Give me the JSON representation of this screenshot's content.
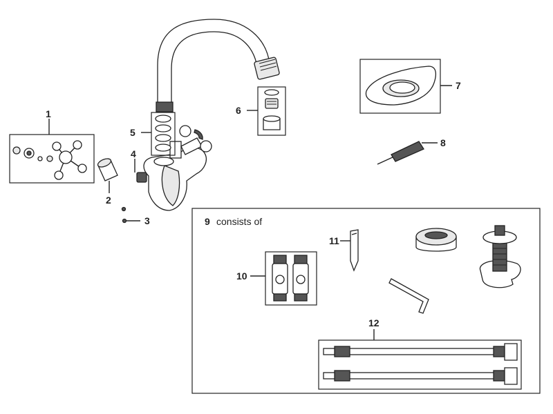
{
  "callouts": {
    "c1": "1",
    "c2": "2",
    "c3": "3",
    "c4": "4",
    "c5": "5",
    "c6": "6",
    "c7": "7",
    "c8": "8",
    "c9": "9",
    "c9_text": "consists of",
    "c10": "10",
    "c11": "11",
    "c12": "12"
  }
}
